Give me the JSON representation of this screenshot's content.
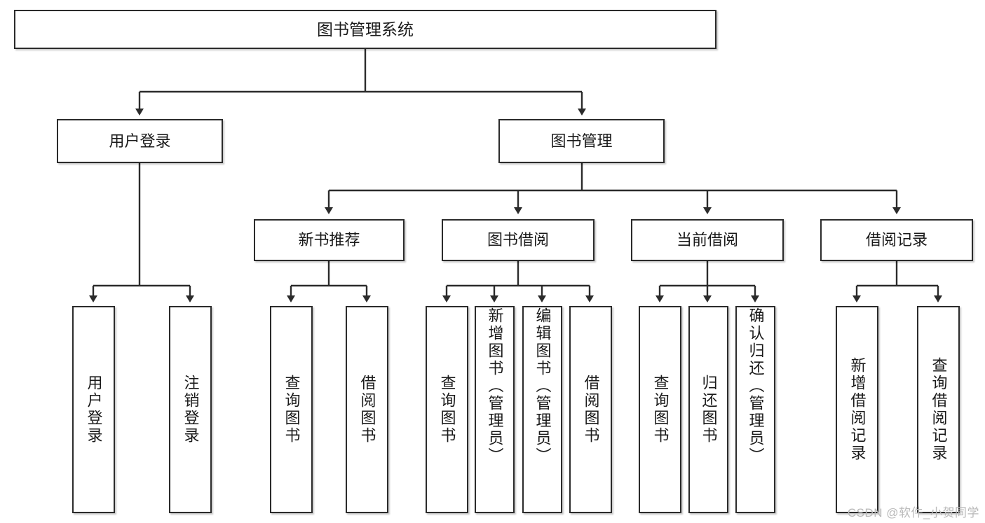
{
  "diagram": {
    "title": "图书管理系统",
    "watermark": "CSDN @软件_小贺同学",
    "line_color": "#2b2b2b",
    "box_fill": "#ffffff",
    "text_color": "#1a1a1a",
    "root": {
      "label": "图书管理系统"
    },
    "level2": [
      {
        "label": "用户登录"
      },
      {
        "label": "图书管理"
      }
    ],
    "level3": [
      {
        "label": "新书推荐"
      },
      {
        "label": "图书借阅"
      },
      {
        "label": "当前借阅"
      },
      {
        "label": "借阅记录"
      }
    ],
    "leaves": {
      "user_login": [
        {
          "label": "用户登录"
        },
        {
          "label": "注销登录"
        }
      ],
      "new_book_recommend": [
        {
          "label": "查询图书"
        },
        {
          "label": "借阅图书"
        }
      ],
      "book_borrow": [
        {
          "label": "查询图书"
        },
        {
          "label": "新增图书（管理员）"
        },
        {
          "label": "编辑图书（管理员）"
        },
        {
          "label": "借阅图书"
        }
      ],
      "current_borrow": [
        {
          "label": "查询图书"
        },
        {
          "label": "归还图书"
        },
        {
          "label": "确认归还（管理员）"
        }
      ],
      "borrow_record": [
        {
          "label": "新增借阅记录"
        },
        {
          "label": "查询借阅记录"
        }
      ]
    }
  }
}
